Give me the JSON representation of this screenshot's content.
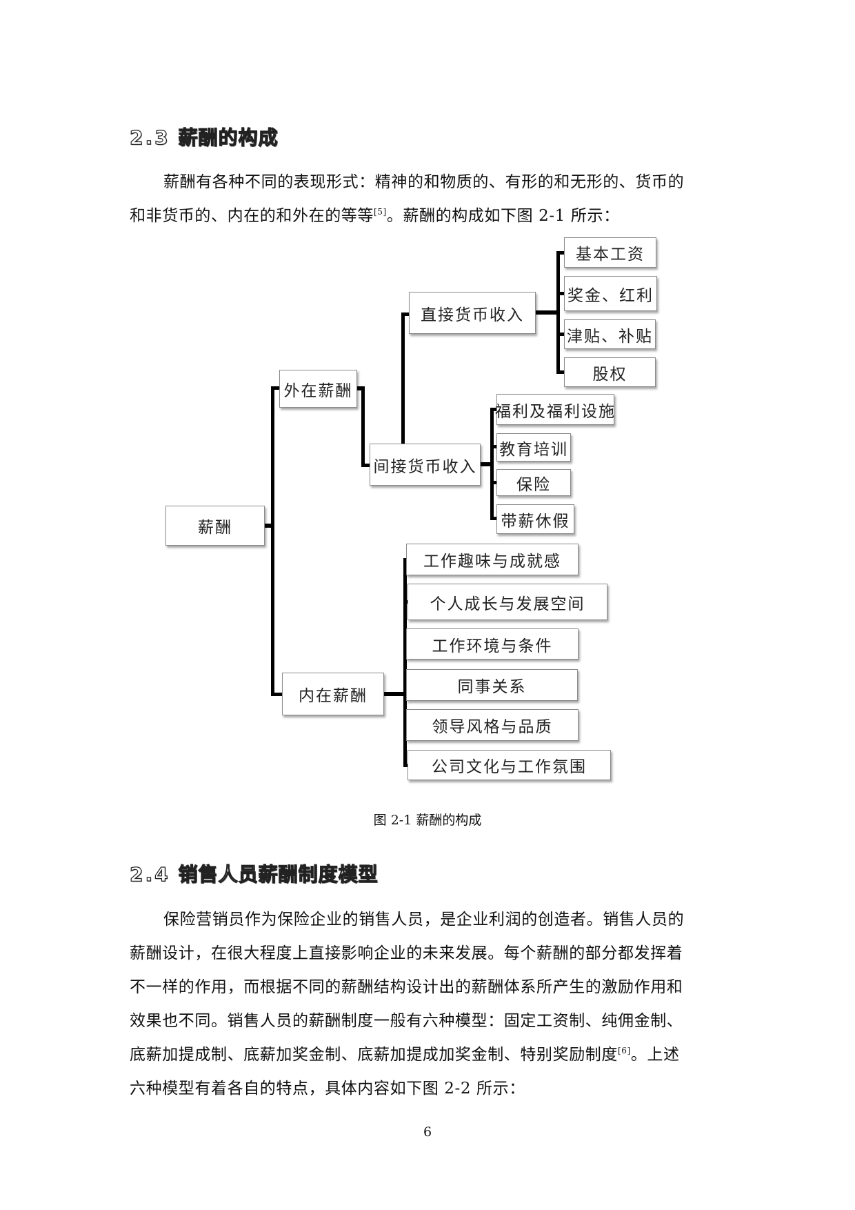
{
  "section_2_3": {
    "number": "2.3",
    "title": "薪酬的构成",
    "paragraph_lines": [
      "薪酬有各种不同的表现形式：精神的和物质的、有形的和无形的、货币的",
      "和非货币的、内在的和外在的等等"
    ],
    "citation": "[5]",
    "paragraph_tail": "。薪酬的构成如下图 2-1 所示："
  },
  "figure_2_1": {
    "caption": "图 2-1  薪酬的构成",
    "root": "薪酬",
    "extrinsic": {
      "label": "外在薪酬",
      "direct": {
        "label": "直接货币收入",
        "items": [
          "基本工资",
          "奖金、红利",
          "津贴、补贴",
          "股权"
        ]
      },
      "indirect": {
        "label": "间接货币收入",
        "items": [
          "福利及福利设施",
          "教育培训",
          "保险",
          "带薪休假"
        ]
      }
    },
    "intrinsic": {
      "label": "内在薪酬",
      "items": [
        "工作趣味与成就感",
        "个人成长与发展空间",
        "工作环境与条件",
        "同事关系",
        "领导风格与品质",
        "公司文化与工作氛围"
      ]
    }
  },
  "section_2_4": {
    "number": "2.4",
    "title": "销售人员薪酬制度模型",
    "lines": [
      "保险营销员作为保险企业的销售人员，是企业利润的创造者。销售人员的",
      "薪酬设计，在很大程度上直接影响企业的未来发展。每个薪酬的部分都发挥着",
      "不一样的作用，而根据不同的薪酬结构设计出的薪酬体系所产生的激励作用和",
      "效果也不同。销售人员的薪酬制度一般有六种模型：固定工资制、纯佣金制、",
      "底薪加提成制、底薪加奖金制、底薪加提成加奖金制、特别奖励制度"
    ],
    "citation": "[6]",
    "line5_tail": "。上述",
    "line6": "六种模型有着各自的特点，具体内容如下图 2-2 所示："
  },
  "page_number": "6"
}
